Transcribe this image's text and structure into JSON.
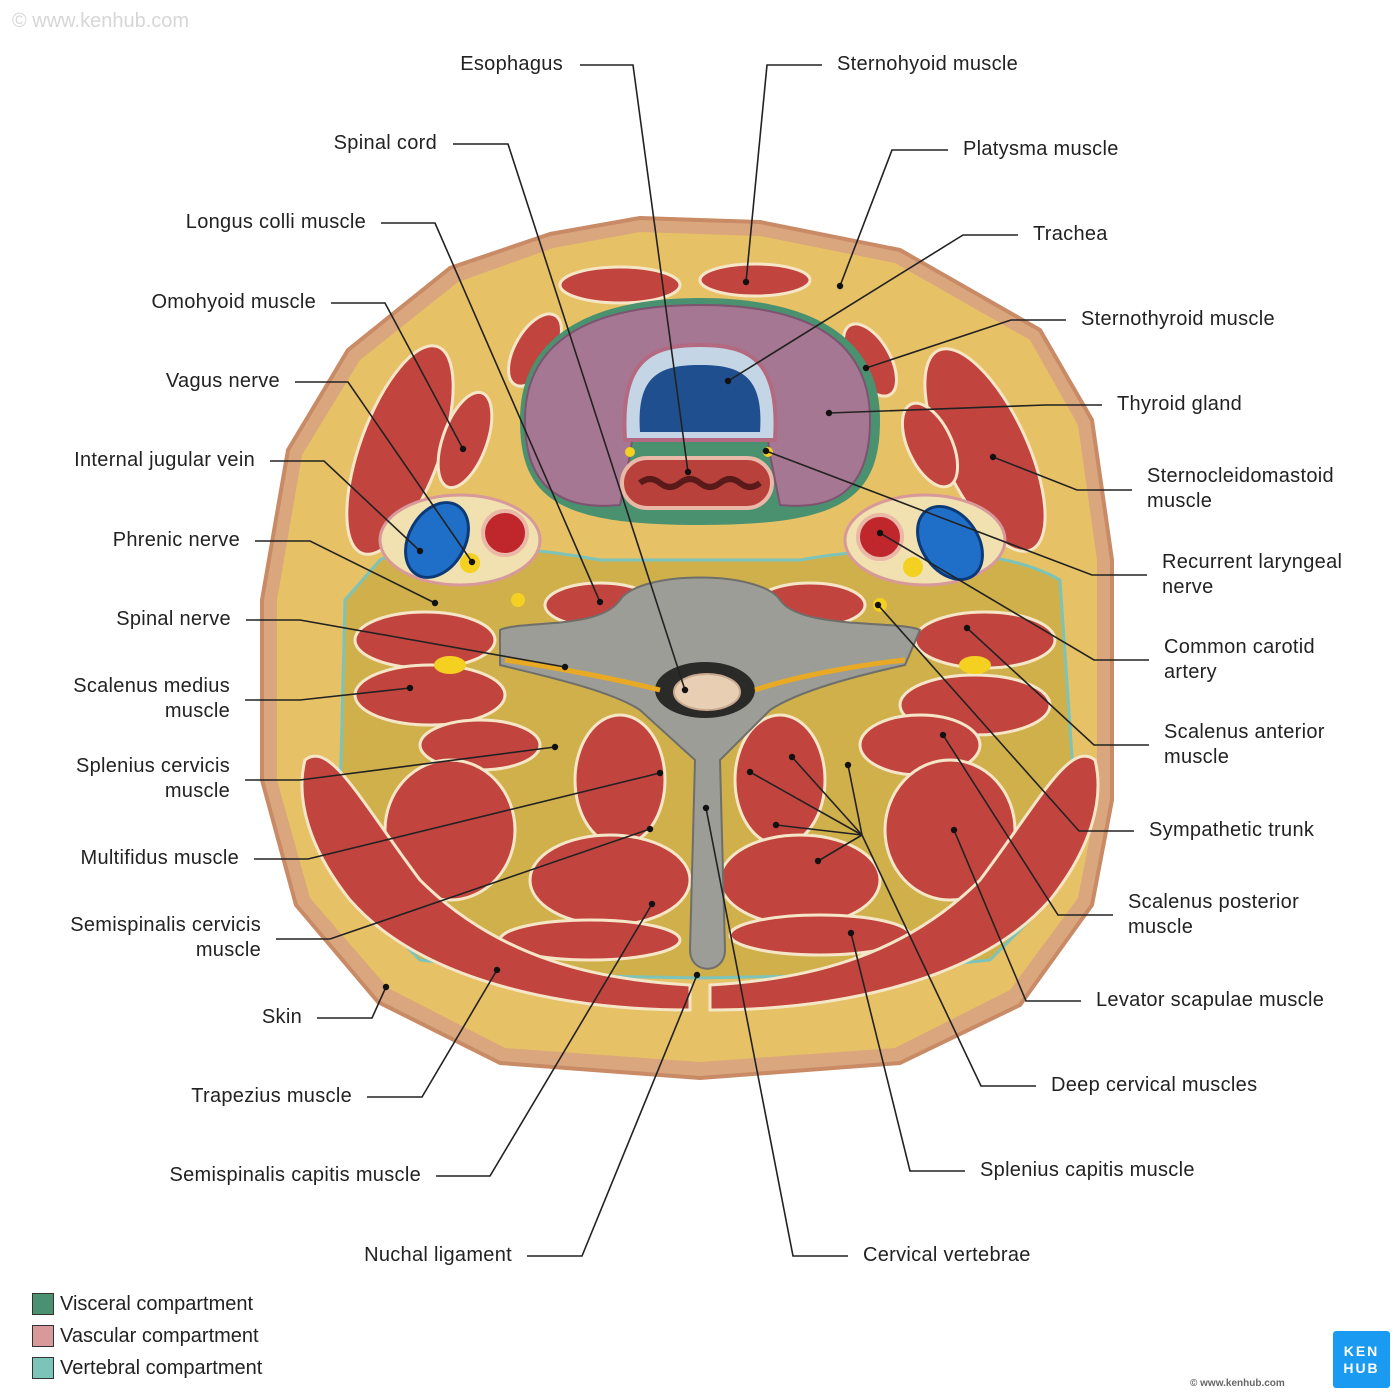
{
  "labels": {
    "esophagus": "Esophagus",
    "spinal_cord": "Spinal cord",
    "longus_colli": "Longus colli muscle",
    "omohyoid": "Omohyoid muscle",
    "vagus": "Vagus nerve",
    "ijv": "Internal jugular vein",
    "phrenic": "Phrenic nerve",
    "spinal_nerve": "Spinal nerve",
    "scalenus_medius": "Scalenus medius muscle",
    "splenius_cervicis": "Splenius cervicis muscle",
    "multifidus": "Multifidus muscle",
    "semispinalis_cervicis": "Semispinalis cervicis muscle",
    "skin": "Skin",
    "trapezius": "Trapezius muscle",
    "semispinalis_capitis": "Semispinalis capitis muscle",
    "nuchal": "Nuchal ligament",
    "sternohyoid": "Sternohyoid muscle",
    "platysma": "Platysma muscle",
    "trachea": "Trachea",
    "sternothyroid": "Sternothyroid muscle",
    "thyroid": "Thyroid gland",
    "scm": "Sternocleidomastoid muscle",
    "recurrent": "Recurrent laryngeal nerve",
    "carotid": "Common carotid artery",
    "scalenus_anterior": "Scalenus anterior muscle",
    "sympathetic": "Sympathetic trunk",
    "scalenus_posterior": "Scalenus posterior muscle",
    "levator": "Levator scapulae muscle",
    "deep_cervical": "Deep cervical muscles",
    "splenius_capitis": "Splenius capitis muscle",
    "cervical_vertebrae": "Cervical vertebrae"
  },
  "legend": [
    {
      "label": "Visceral compartment",
      "color": "#4a9170"
    },
    {
      "label": "Vascular compartment",
      "color": "#d8999b"
    },
    {
      "label": "Vertebral compartment",
      "color": "#7cc4ba"
    }
  ],
  "logo": {
    "line1": "KEN",
    "line2": "HUB"
  },
  "copyright": "© www.kenhub.com",
  "watermark": "© www.kenhub.com"
}
